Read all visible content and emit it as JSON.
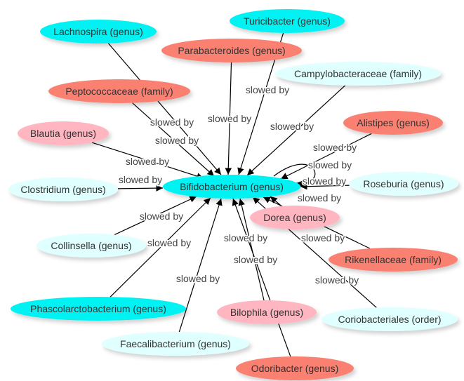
{
  "graph": {
    "colors": {
      "cyan": "#00f2f2",
      "lightcyan": "#e0ffff",
      "salmon": "#fa8072",
      "pink": "#ffb6c1",
      "edge": "#000000"
    },
    "edge_label": "slowed by",
    "nodes": [
      {
        "id": "lachnospira",
        "label": "Lachnospira (genus)",
        "color": "cyan"
      },
      {
        "id": "turicibacter",
        "label": "Turicibacter (genus)",
        "color": "cyan"
      },
      {
        "id": "parabacteroides",
        "label": "Parabacteroides (genus)",
        "color": "salmon"
      },
      {
        "id": "campylobacteraceae",
        "label": "Campylobacteraceae (family)",
        "color": "lightcyan"
      },
      {
        "id": "peptococcaceae",
        "label": "Peptococcaceae (family)",
        "color": "salmon"
      },
      {
        "id": "blautia",
        "label": "Blautia (genus)",
        "color": "pink"
      },
      {
        "id": "alistipes",
        "label": "Alistipes (genus)",
        "color": "salmon"
      },
      {
        "id": "clostridium",
        "label": "Clostridium (genus)",
        "color": "lightcyan"
      },
      {
        "id": "roseburia",
        "label": "Roseburia (genus)",
        "color": "lightcyan"
      },
      {
        "id": "bifidobacterium",
        "label": "Bifidobacterium (genus)",
        "color": "cyan"
      },
      {
        "id": "dorea",
        "label": "Dorea (genus)",
        "color": "pink"
      },
      {
        "id": "collinsella",
        "label": "Collinsella (genus)",
        "color": "lightcyan"
      },
      {
        "id": "rikenellaceae",
        "label": "Rikenellaceae (family)",
        "color": "salmon"
      },
      {
        "id": "phascolarctobacterium",
        "label": "Phascolarctobacterium (genus)",
        "color": "cyan"
      },
      {
        "id": "bilophila",
        "label": "Bilophila (genus)",
        "color": "pink"
      },
      {
        "id": "faecalibacterium",
        "label": "Faecalibacterium (genus)",
        "color": "lightcyan"
      },
      {
        "id": "coriobacteriales",
        "label": "Coriobacteriales (order)",
        "color": "lightcyan"
      },
      {
        "id": "odoribacter",
        "label": "Odoribacter (genus)",
        "color": "salmon"
      }
    ],
    "edges": [
      {
        "source": "lachnospira",
        "target": "bifidobacterium"
      },
      {
        "source": "parabacteroides",
        "target": "bifidobacterium"
      },
      {
        "source": "turicibacter",
        "target": "bifidobacterium"
      },
      {
        "source": "campylobacteraceae",
        "target": "bifidobacterium"
      },
      {
        "source": "peptococcaceae",
        "target": "bifidobacterium"
      },
      {
        "source": "blautia",
        "target": "bifidobacterium"
      },
      {
        "source": "alistipes",
        "target": "bifidobacterium"
      },
      {
        "source": "bifidobacterium",
        "target": "bifidobacterium"
      },
      {
        "source": "roseburia",
        "target": "bifidobacterium"
      },
      {
        "source": "clostridium",
        "target": "bifidobacterium"
      },
      {
        "source": "collinsella",
        "target": "bifidobacterium"
      },
      {
        "source": "dorea",
        "target": "bifidobacterium"
      },
      {
        "source": "rikenellaceae",
        "target": "bifidobacterium"
      },
      {
        "source": "phascolarctobacterium",
        "target": "bifidobacterium"
      },
      {
        "source": "faecalibacterium",
        "target": "bifidobacterium"
      },
      {
        "source": "odoribacter",
        "target": "bifidobacterium"
      },
      {
        "source": "bilophila",
        "target": "bifidobacterium"
      },
      {
        "source": "coriobacteriales",
        "target": "bifidobacterium"
      }
    ]
  }
}
